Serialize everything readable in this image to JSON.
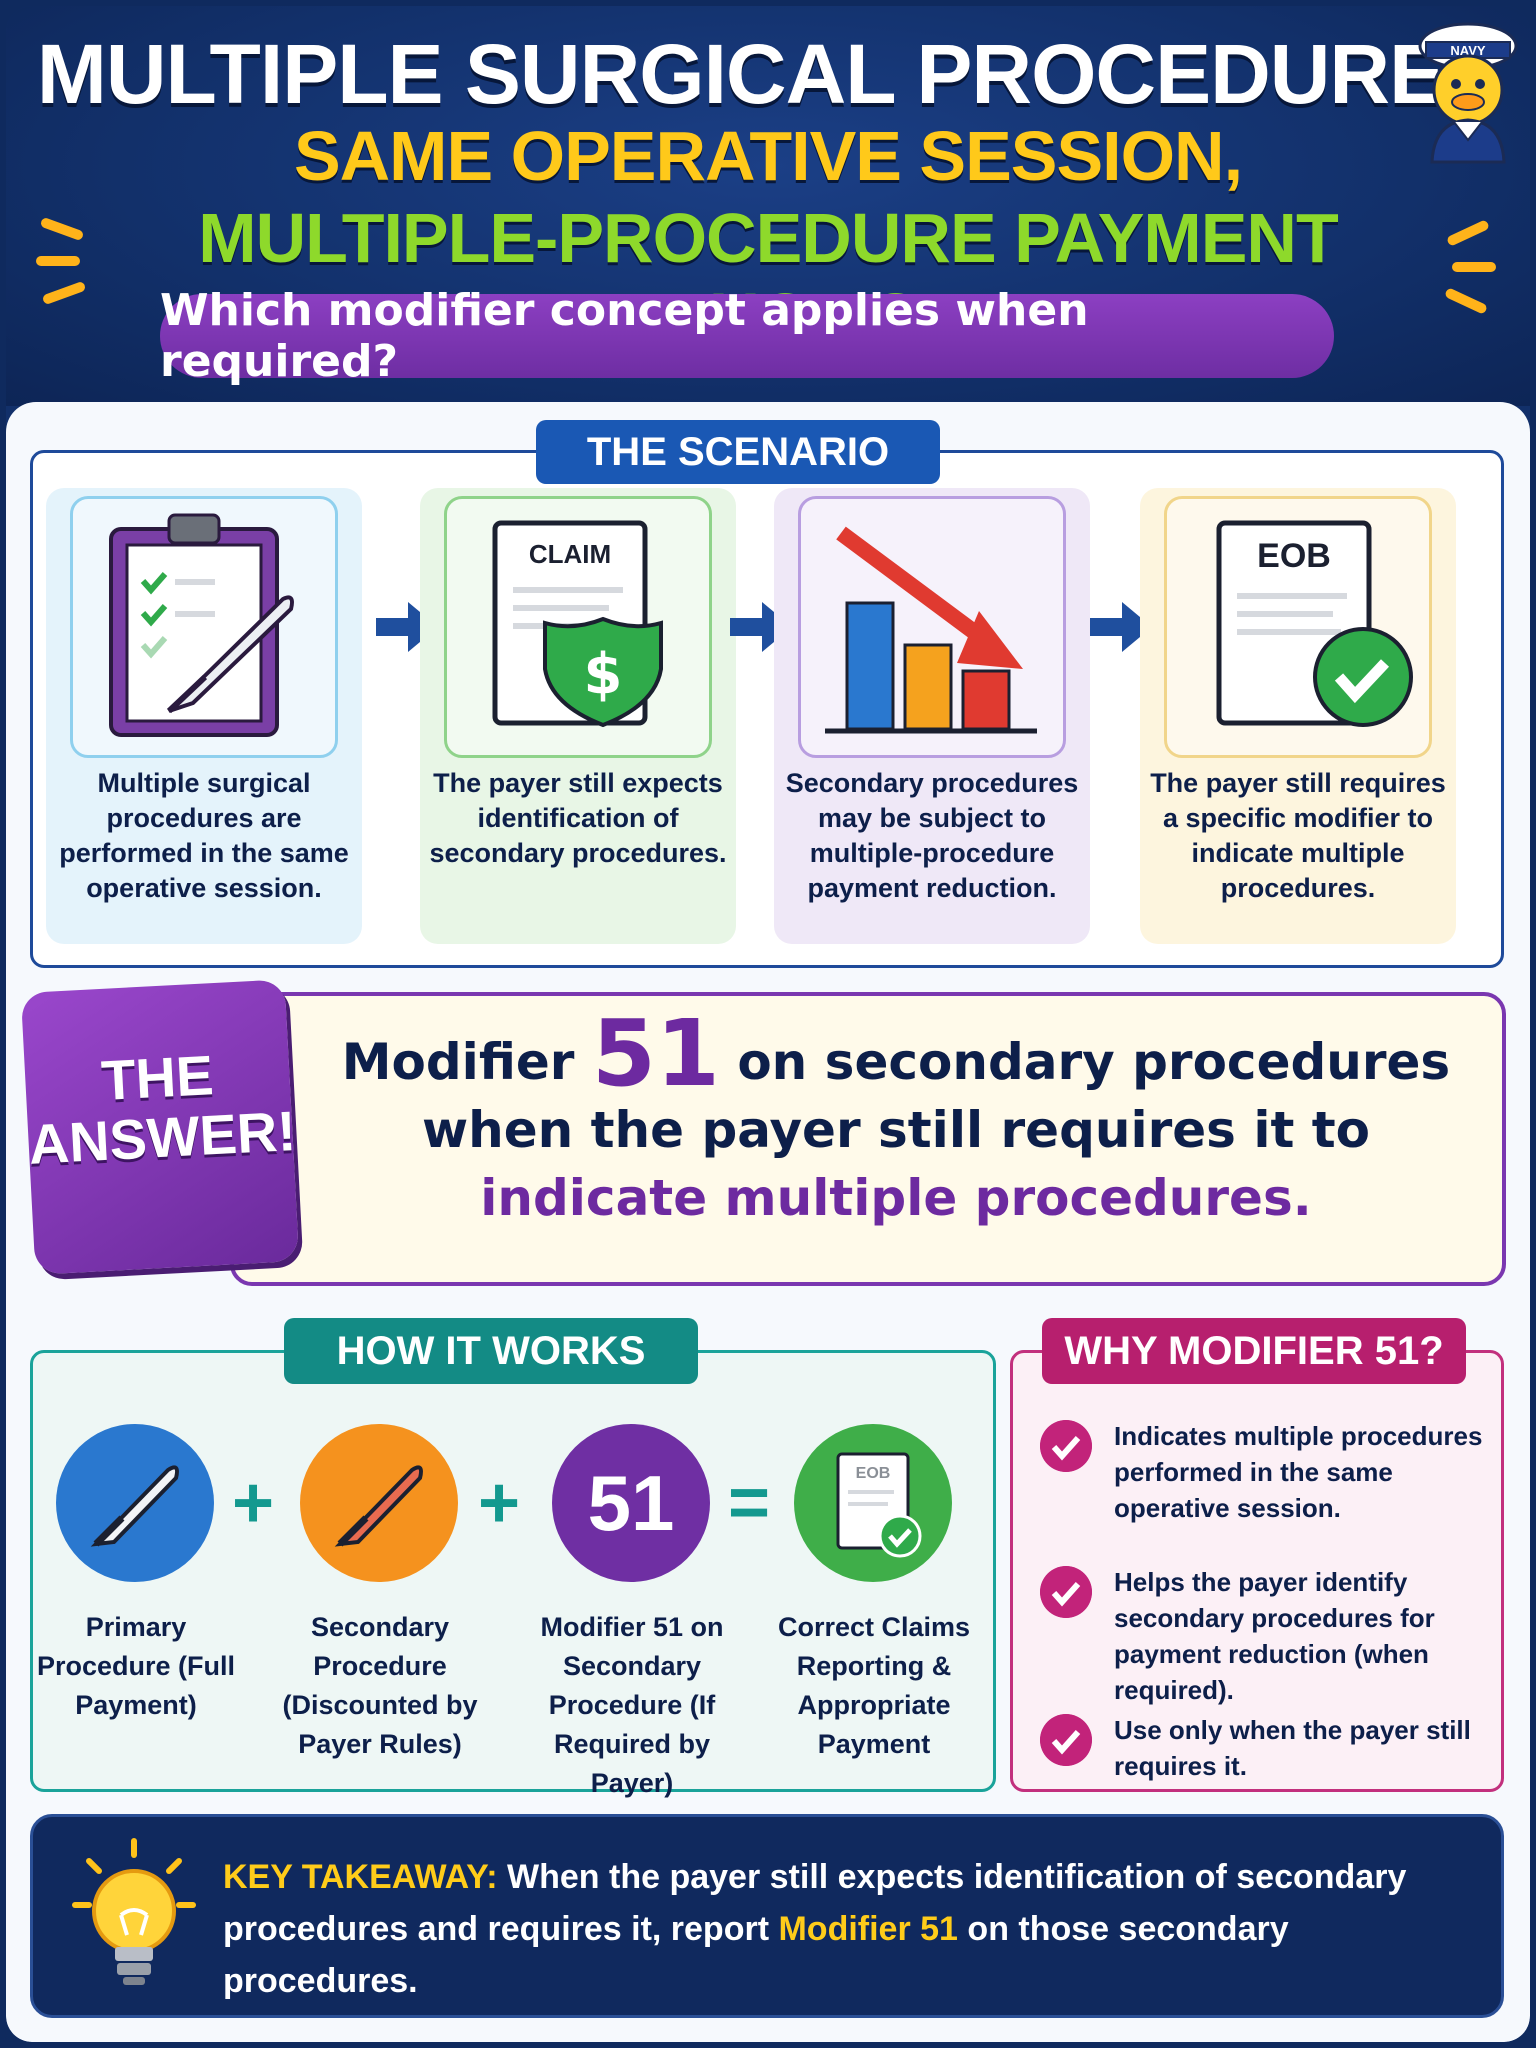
{
  "header": {
    "title_line1": "MULTIPLE SURGICAL PROCEDURES",
    "title_line2": "SAME OPERATIVE SESSION,",
    "title_line3": "MULTIPLE-PROCEDURE PAYMENT REDUCTION",
    "question": "Which modifier concept applies when required?",
    "mascot_cap_label": "NAVY"
  },
  "scenario": {
    "heading": "THE SCENARIO",
    "steps": [
      {
        "icon": "clipboard-scalpel-icon",
        "text": "Multiple surgical procedures are performed in the same operative session."
      },
      {
        "icon": "claim-document-icon",
        "label": "CLAIM",
        "badge": "$",
        "text": "The payer still expects identification of secondary procedures."
      },
      {
        "icon": "declining-bar-chart-icon",
        "text": "Secondary procedures may be subject to multiple-procedure payment reduction."
      },
      {
        "icon": "eob-document-icon",
        "label": "EOB",
        "text": "The payer still requires a specific modifier to indicate multiple procedures."
      }
    ]
  },
  "answer": {
    "badge_line1": "THE",
    "badge_line2": "ANSWER!",
    "part1": "Modifier",
    "number": "51",
    "part2": "on secondary procedures",
    "line2": "when the payer still requires it to",
    "line3": "indicate multiple procedures."
  },
  "how": {
    "heading": "HOW IT WORKS",
    "operators": [
      "+",
      "+",
      "="
    ],
    "items": [
      {
        "icon": "scalpel-icon",
        "label": "Primary Procedure (Full Payment)",
        "color": "#2a78cf"
      },
      {
        "icon": "scalpel-icon",
        "label": "Secondary Procedure (Discounted by Payer Rules)",
        "color": "#f5921e"
      },
      {
        "icon": "modifier-51-badge",
        "number": "51",
        "label": "Modifier 51 on Secondary Procedure (If Required by Payer)",
        "color": "#6f2fa3"
      },
      {
        "icon": "eob-check-icon",
        "doc_label": "EOB",
        "label": "Correct Claims Reporting & Appropriate Payment",
        "color": "#3fae49"
      }
    ]
  },
  "why": {
    "heading": "WHY MODIFIER 51?",
    "items": [
      "Indicates multiple procedures performed in the same operative session.",
      "Helps the payer identify secondary procedures for payment reduction (when required).",
      "Use only when the payer still requires it."
    ]
  },
  "takeaway": {
    "label": "KEY TAKEAWAY:",
    "text1": "When the payer still expects identification of secondary procedures and requires it, report",
    "highlight": "Modifier 51",
    "text2": "on those secondary procedures."
  }
}
